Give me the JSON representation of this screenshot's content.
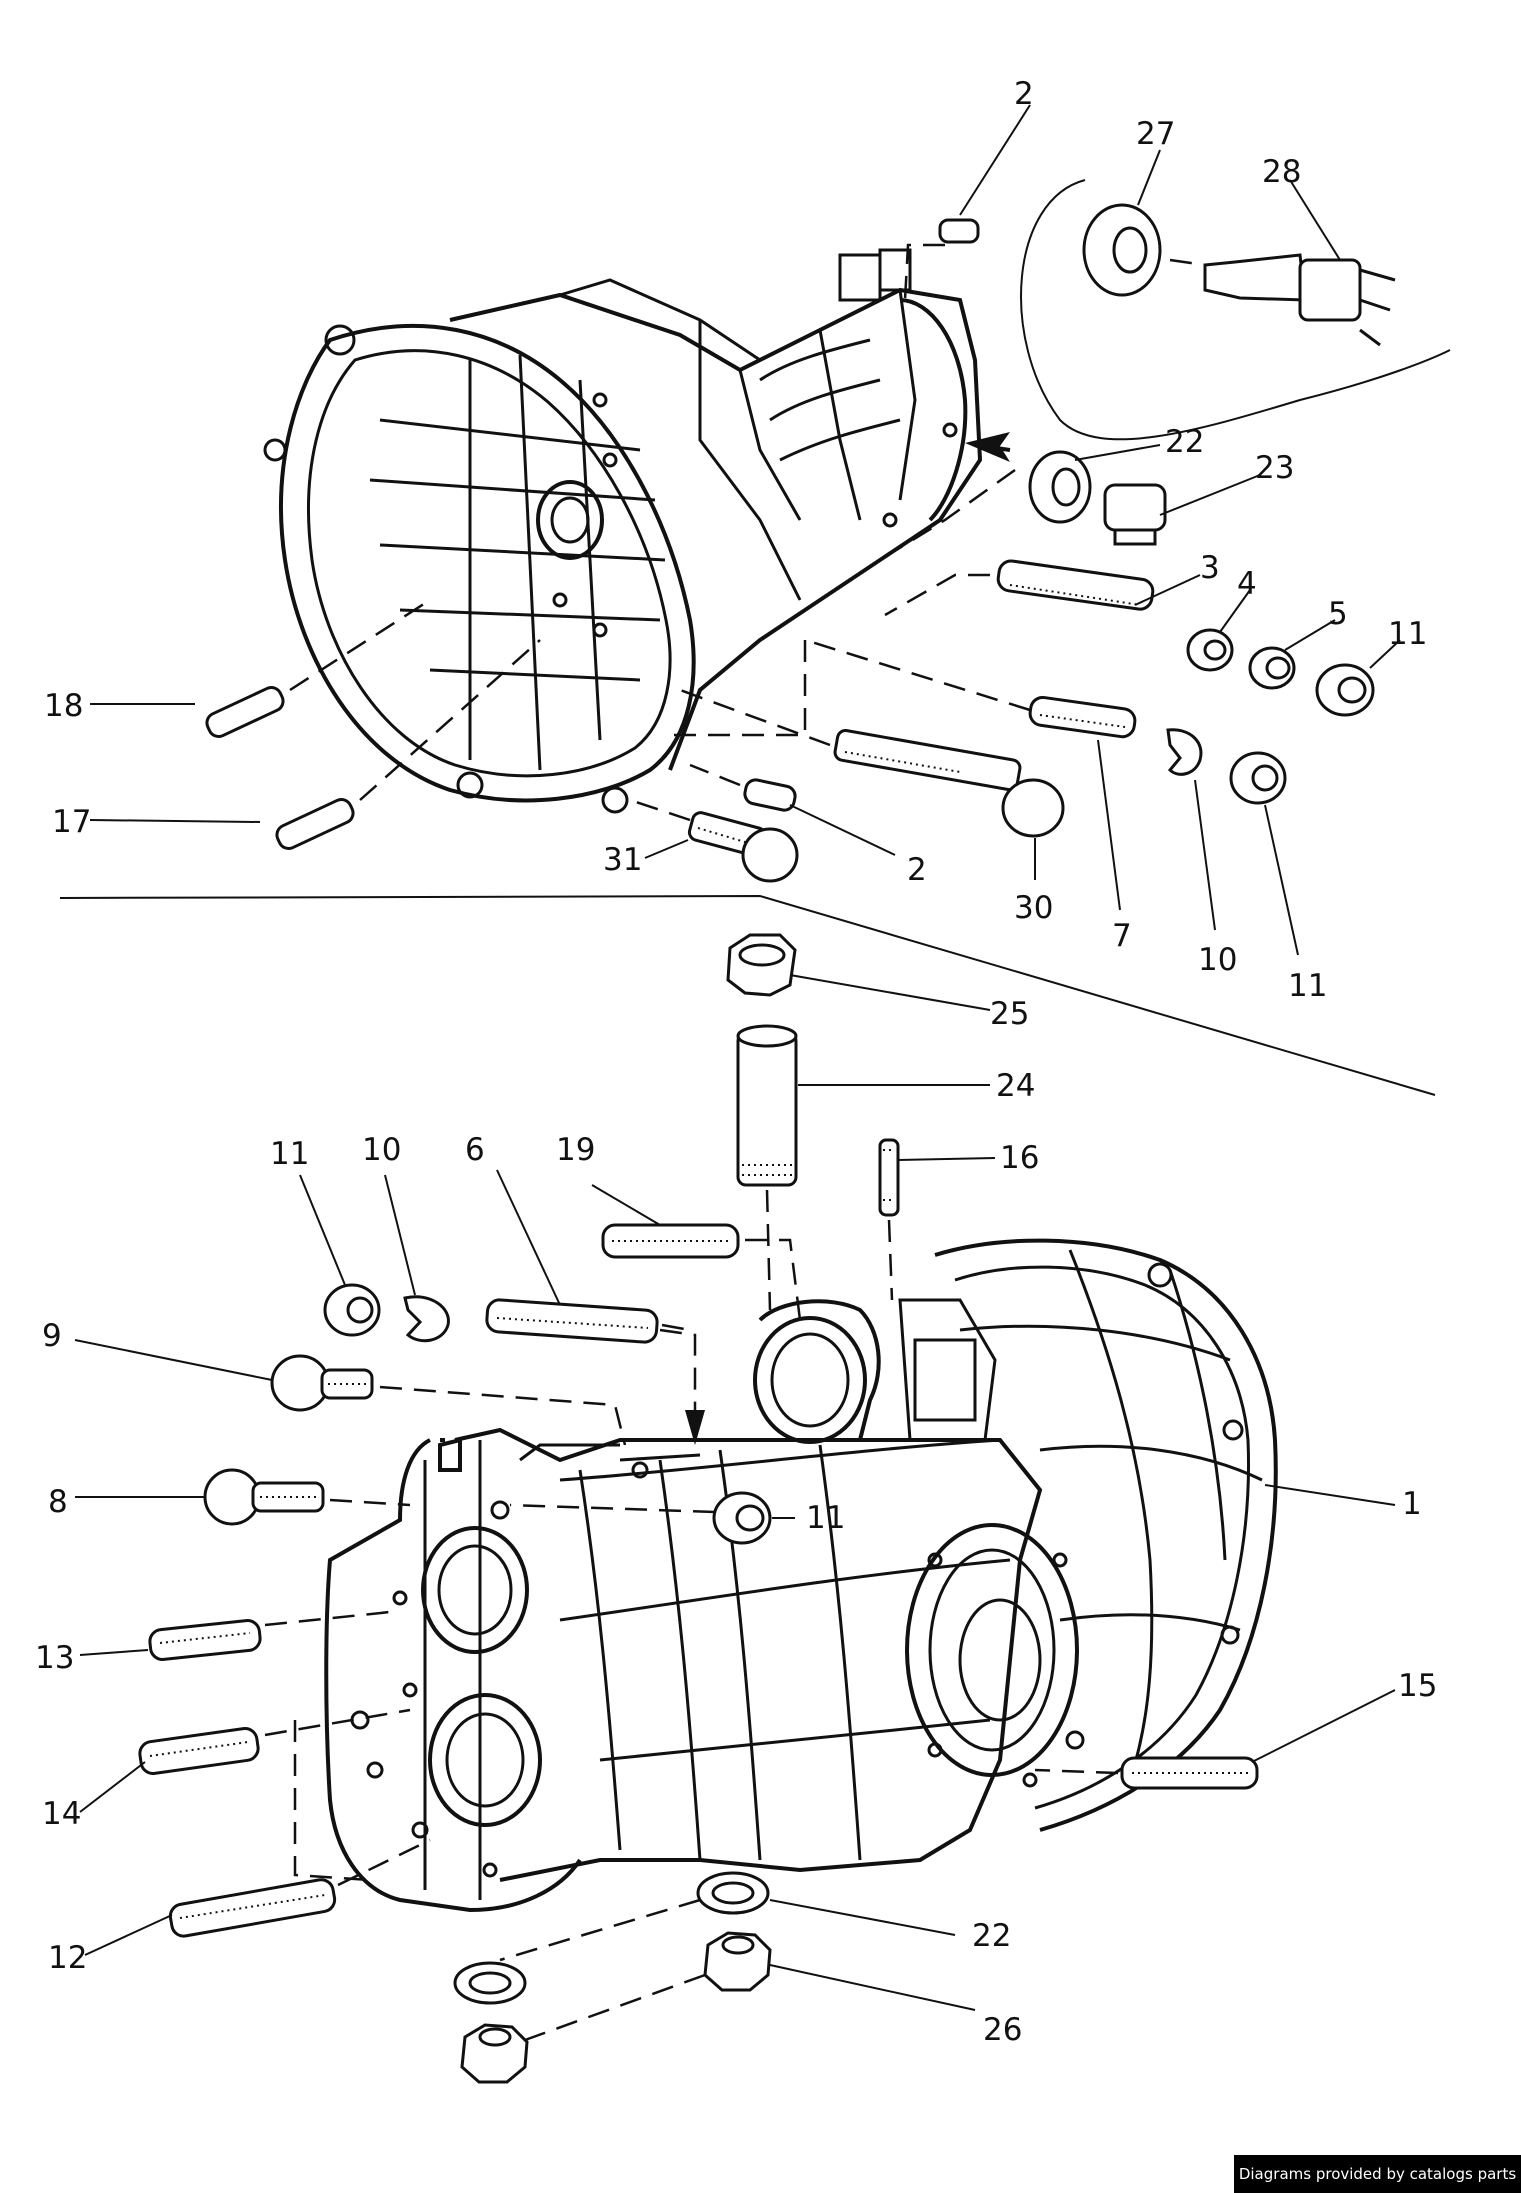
{
  "labels": {
    "l1": "1",
    "l2a": "2",
    "l2b": "2",
    "l3": "3",
    "l4": "4",
    "l5": "5",
    "l6": "6",
    "l7": "7",
    "l8": "8",
    "l9": "9",
    "l10a": "10",
    "l10b": "10",
    "l11a": "11",
    "l11b": "11",
    "l11c": "11",
    "l11d": "11",
    "l12": "12",
    "l13": "13",
    "l14": "14",
    "l15": "15",
    "l16": "16",
    "l17": "17",
    "l18": "18",
    "l19": "19",
    "l22a": "22",
    "l22b": "22",
    "l23": "23",
    "l24": "24",
    "l25": "25",
    "l26": "26",
    "l27": "27",
    "l28": "28",
    "l30": "30",
    "l31": "31"
  },
  "credit": "Diagrams provided by catalogs parts"
}
